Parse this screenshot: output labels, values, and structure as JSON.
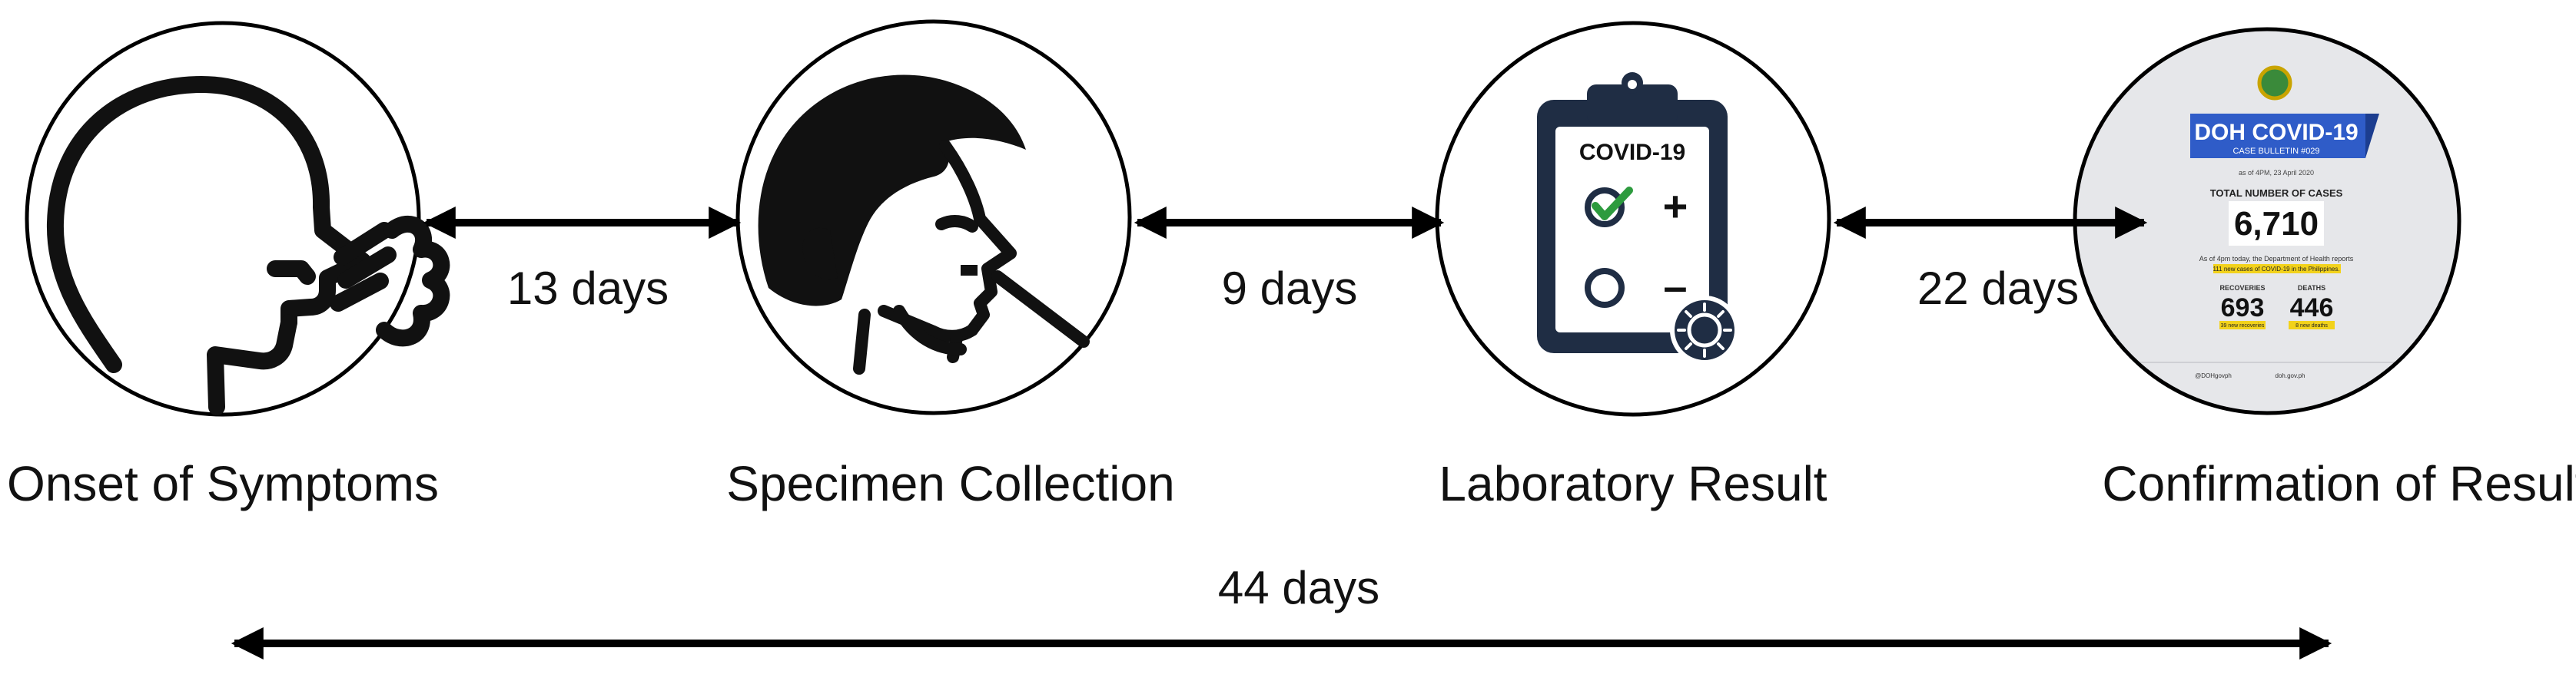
{
  "stages": [
    {
      "label": "Onset of Symptoms",
      "icon": "coughing-person-icon"
    },
    {
      "label": "Specimen Collection",
      "icon": "nasal-swab-icon"
    },
    {
      "label": "Laboratory Result",
      "icon": "covid-test-clipboard-icon"
    },
    {
      "label": "Confirmation of Result",
      "icon": "doh-case-bulletin-icon"
    }
  ],
  "intervals": [
    {
      "label": "13 days"
    },
    {
      "label": "9 days"
    },
    {
      "label": "22 days"
    }
  ],
  "total": {
    "label": "44 days"
  },
  "clipboard": {
    "title": "COVID-19",
    "plus": "+",
    "minus": "–"
  },
  "bulletin": {
    "header": "DOH COVID-19",
    "subheader": "CASE BULLETIN #029",
    "date": "as of 4PM, 23 April 2020",
    "total_label": "TOTAL NUMBER OF CASES",
    "total_value": "6,710",
    "note": "As of 4pm today, the Department of Health reports",
    "highlight": "111 new cases of COVID-19 in the Philippines.",
    "recoveries_label": "RECOVERIES",
    "recoveries_value": "693",
    "recoveries_note": "39 new recoveries",
    "deaths_label": "DEATHS",
    "deaths_value": "446",
    "deaths_note": "8 new deaths",
    "footer_left": "@DOHgovph",
    "footer_mid": "doh.gov.ph"
  },
  "colors": {
    "line": "#000000",
    "icon": "#111111",
    "bulletin_blue": "#2f5cc8",
    "bulletin_yellow": "#f2d21b",
    "bulletin_bg": "#e6e7ea"
  }
}
